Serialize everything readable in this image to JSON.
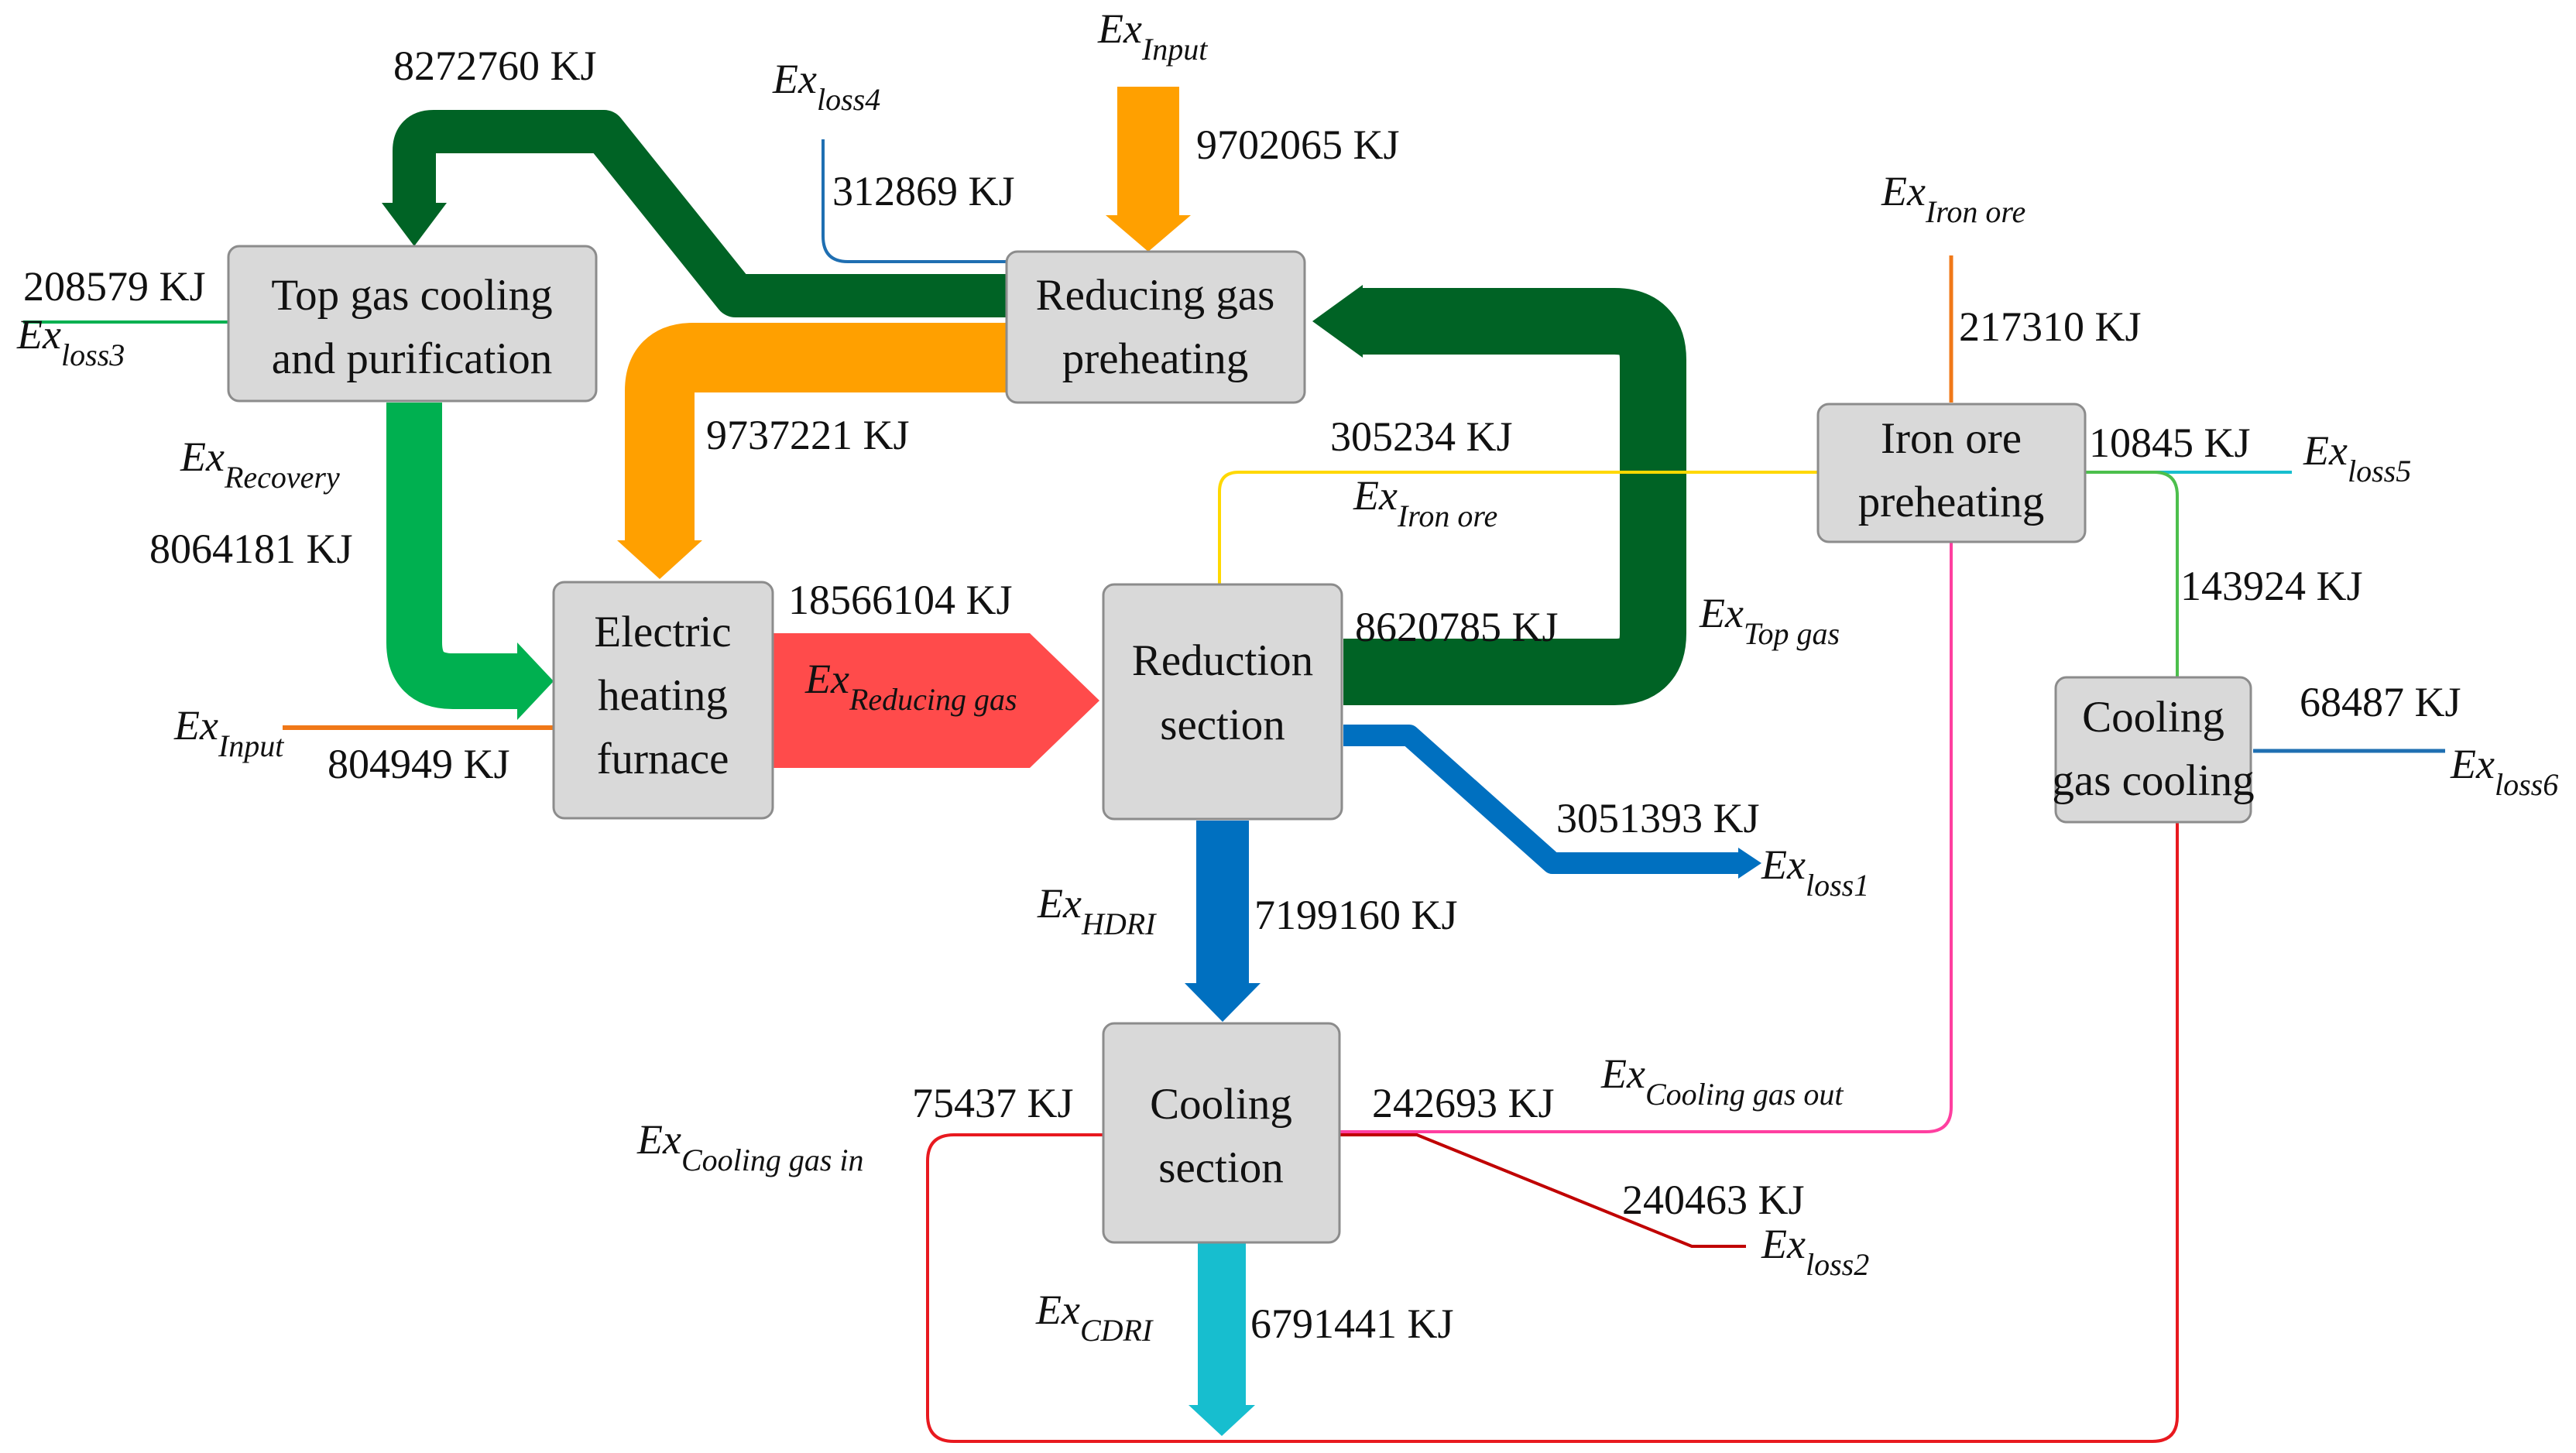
{
  "nodes": {
    "top_gas": [
      "Top gas cooling",
      "and purification"
    ],
    "reducing_gas_preheating": [
      "Reducing gas",
      "preheating"
    ],
    "electric_heating_furnace": [
      "Electric",
      "heating",
      "furnace"
    ],
    "reduction_section": [
      "Reduction",
      "section"
    ],
    "iron_ore_preheating": [
      "Iron ore",
      "preheating"
    ],
    "cooling_gas_cooling": [
      "Cooling",
      "gas cooling"
    ],
    "cooling_section": [
      "Cooling",
      "section"
    ]
  },
  "ex_symbol": "Ex",
  "streams": {
    "recirculation": {
      "value": "8272760 KJ"
    },
    "input_top": {
      "value": "9702065 KJ",
      "sub": "Input"
    },
    "loss4": {
      "value": "312869 KJ",
      "sub": "loss4"
    },
    "loss3": {
      "value": "208579 KJ",
      "sub": "loss3"
    },
    "preheated_gas": {
      "value": "9737221 KJ"
    },
    "recovery": {
      "value": "8064181 KJ",
      "sub": "Recovery"
    },
    "input_left": {
      "value": "804949 KJ",
      "sub": "Input"
    },
    "reducing_gas": {
      "value": "18566104 KJ",
      "sub": "Reducing gas"
    },
    "iron_ore_in": {
      "value": "217310 KJ",
      "sub": "Iron ore"
    },
    "iron_ore_to_reduction": {
      "value": "305234 KJ",
      "sub": "Iron ore"
    },
    "loss5": {
      "value": "10845 KJ",
      "sub": "loss5"
    },
    "top_gas": {
      "value": "8620785 KJ",
      "sub": "Top gas"
    },
    "to_cooling_gas_cooling": {
      "value": "143924 KJ"
    },
    "loss6": {
      "value": "68487 KJ",
      "sub": "loss6"
    },
    "loss1": {
      "value": "3051393 KJ",
      "sub": "loss1"
    },
    "hdri": {
      "value": "7199160 KJ",
      "sub": "HDRI"
    },
    "cooling_gas_in": {
      "value": "75437 KJ",
      "sub": "Cooling gas in"
    },
    "cooling_gas_out": {
      "value": "242693 KJ",
      "sub": "Cooling gas out"
    },
    "loss2": {
      "value": "240463 KJ",
      "sub": "loss2"
    },
    "cdri": {
      "value": "6791441 KJ",
      "sub": "CDRI"
    }
  },
  "colors": {
    "dark_green": "#006325",
    "light_green": "#00b050",
    "orange": "#ffa000",
    "red": "#ff4b4b",
    "blue": "#0070c0",
    "cyan": "#17becf",
    "yellow": "#ffd800",
    "pink": "#ff3fa0",
    "crimson": "#e8191f",
    "dark_red": "#c00000",
    "thin_orange": "#f07818",
    "thin_blue": "#1f6fb2"
  }
}
